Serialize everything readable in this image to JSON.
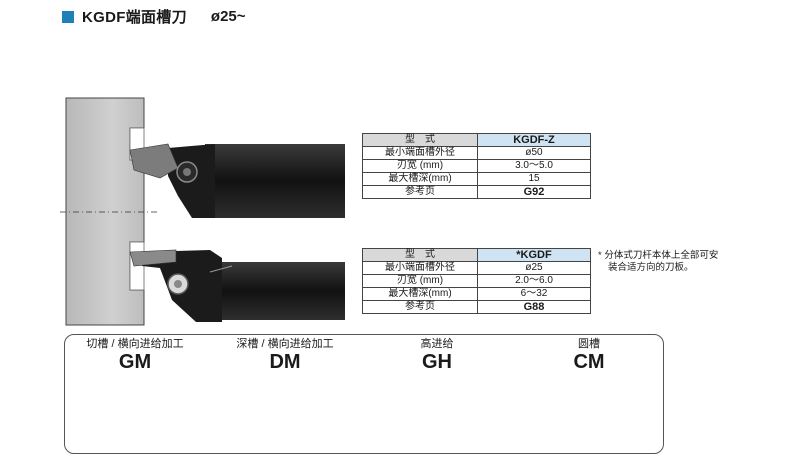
{
  "header": {
    "title": "KGDF端面槽刀",
    "diameter": "ø25~"
  },
  "table1": {
    "head_label": "型　式",
    "head_value": "KGDF-Z",
    "rows": [
      {
        "label": "最小端面槽外径",
        "value": "ø50"
      },
      {
        "label": "刃宽 (mm)",
        "value": "3.0～5.0"
      },
      {
        "label": "最大槽深(mm)",
        "value": "15"
      },
      {
        "label": "参考页",
        "value": "G92"
      }
    ]
  },
  "table2": {
    "head_label": "型　式",
    "head_value": "*KGDF",
    "rows": [
      {
        "label": "最小端面槽外径",
        "value": "ø25"
      },
      {
        "label": "刃宽 (mm)",
        "value": "2.0～6.0"
      },
      {
        "label": "最大槽深(mm)",
        "value": "6～32"
      },
      {
        "label": "参考页",
        "value": "G88"
      }
    ]
  },
  "note": {
    "line1": "* 分体式刀杆本体上全部可安",
    "line2": "装合适方向的刀板。"
  },
  "inserts": [
    {
      "sub": "切槽 / 横向进给加工",
      "code": "GM"
    },
    {
      "sub": "深槽 / 横向进给加工",
      "code": "DM"
    },
    {
      "sub": "高进给",
      "code": "GH"
    },
    {
      "sub": "圆槽",
      "code": "CM"
    }
  ],
  "colors": {
    "accent": "#1f7fb8",
    "header_blue": "#cfe3f2",
    "header_gray": "#d9d9d9"
  }
}
